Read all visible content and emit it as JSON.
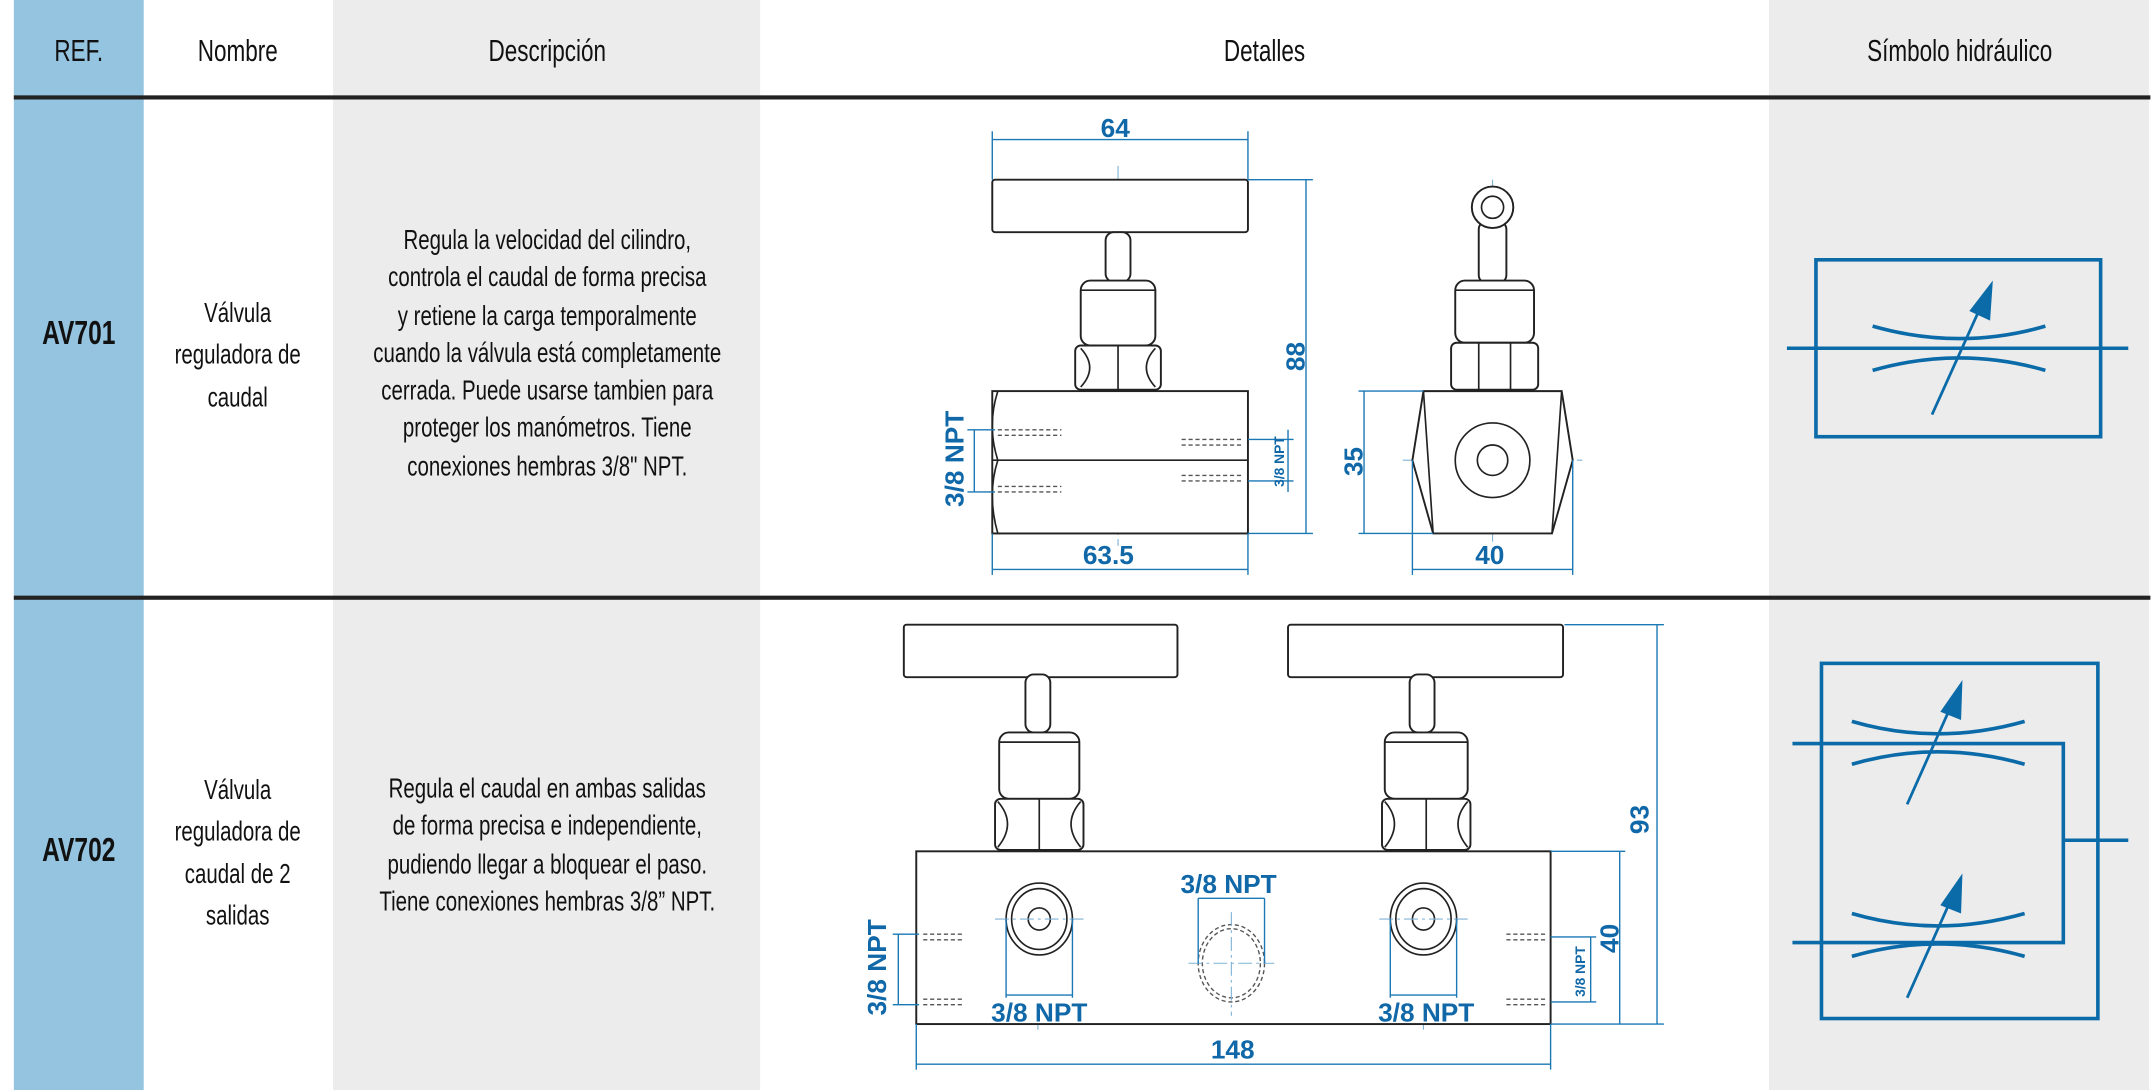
{
  "header": {
    "ref": "REF.",
    "name": "Nombre",
    "description": "Descripción",
    "details": "Detalles",
    "symbol": "Símbolo hidráulico"
  },
  "rows": [
    {
      "ref": "AV701",
      "name_lines": [
        "Válvula",
        "reguladora de",
        "caudal"
      ],
      "description_lines": [
        "Regula la velocidad del cilindro,",
        "controla el caudal de forma precisa",
        "y retiene la carga  temporalmente",
        "cuando la válvula está completamente",
        "cerrada. Puede usarse tambien para",
        "proteger los manómetros. Tiene",
        "conexiones hembras 3/8\" NPT."
      ],
      "dims": {
        "handle_width": "64",
        "height": "88",
        "body_length": "63.5",
        "side_height": "35",
        "side_width": "40",
        "port_left": "3/8 NPT",
        "port_right": "3/8 NPT"
      }
    },
    {
      "ref": "AV702",
      "name_lines": [
        "Válvula",
        "reguladora de",
        "caudal de 2",
        "salidas"
      ],
      "description_lines": [
        "Regula el caudal en ambas salidas",
        "de forma precisa e independiente,",
        "pudiendo llegar a bloquear el paso.",
        "Tiene conexiones hembras 3/8” NPT."
      ],
      "dims": {
        "height": "93",
        "body_height": "40",
        "length": "148",
        "port_top": "3/8 NPT",
        "port_bottom_left": "3/8 NPT",
        "port_bottom_right": "3/8 NPT",
        "port_side_left": "3/8 NPT",
        "port_side_right": "3/8 NPT"
      }
    }
  ],
  "colors": {
    "ref_column": "#95c4e0",
    "shaded_column": "#ececec",
    "drawing_blue": "#0b6aa8",
    "rule": "#222222"
  }
}
